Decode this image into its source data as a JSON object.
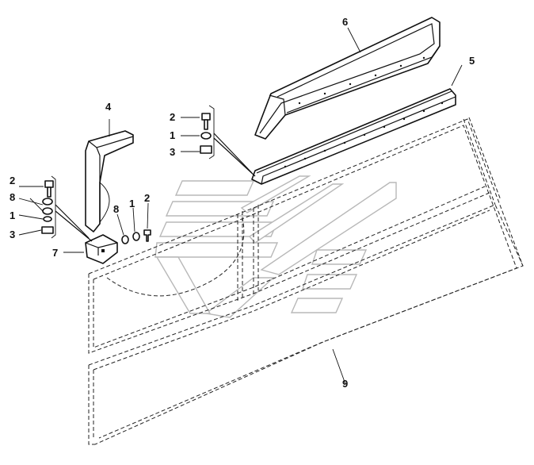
{
  "callouts": {
    "c1": "1",
    "c2": "2",
    "c3": "3",
    "c4": "4",
    "c5": "5",
    "c6": "6",
    "c7": "7",
    "c8": "8",
    "c9": "9"
  },
  "colors": {
    "line": "#111111",
    "watermark": "#b8b8b8",
    "background": "#ffffff"
  }
}
